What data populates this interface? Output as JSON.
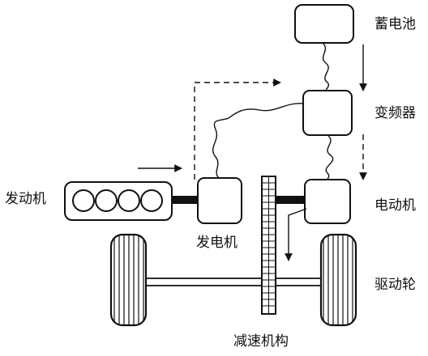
{
  "labels": {
    "battery": "蓄电池",
    "inverter": "变频器",
    "engine": "发动机",
    "generator": "发电机",
    "motor": "电动机",
    "drive_wheel": "驱动轮",
    "reducer": "减速机构"
  }
}
